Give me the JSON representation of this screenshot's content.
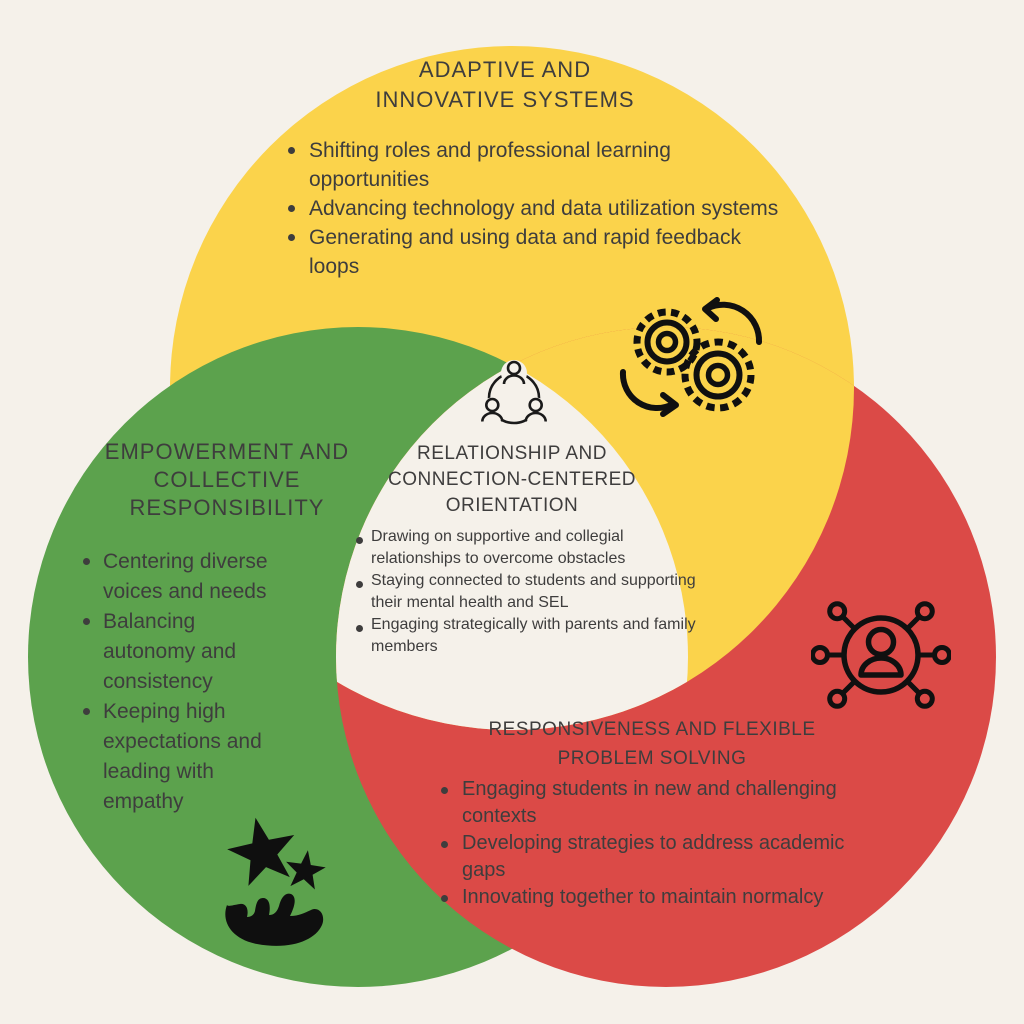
{
  "diagram": {
    "type": "venn-3-circle",
    "background": "#F5F1EA",
    "colors": {
      "yellow_circle": "#FBD34B",
      "green_circle": "#5CA24D",
      "red_circle": "#DB4A47",
      "center_area": "#F5F1EA",
      "text": "#3E3D3D",
      "icon": "#101010"
    }
  },
  "sections": {
    "adaptive": {
      "title_lines": [
        "ADAPTIVE AND",
        "INNOVATIVE SYSTEMS"
      ],
      "bullets": [
        "Shifting roles and professional learning opportunities",
        "Advancing technology and data utilization systems",
        "Generating and using data and rapid feedback loops"
      ],
      "icon": "gears-sync-icon"
    },
    "empowerment": {
      "title_lines": [
        "EMPOWERMENT AND",
        "COLLECTIVE",
        "RESPONSIBILITY"
      ],
      "bullets": [
        "Centering diverse voices and needs",
        "Balancing autonomy and consistency",
        "Keeping high expectations and leading with empathy"
      ],
      "icon": "hand-with-stars-icon"
    },
    "responsiveness": {
      "title_lines": [
        "RESPONSIVENESS AND FLEXIBLE",
        "PROBLEM SOLVING"
      ],
      "bullets": [
        "Engaging students in new and challenging contexts",
        "Developing strategies to address academic gaps",
        "Innovating together to maintain normalcy"
      ],
      "icon": "person-network-icon"
    },
    "relationship": {
      "title_lines": [
        "RELATIONSHIP AND",
        "CONNECTION-CENTERED",
        "ORIENTATION"
      ],
      "bullets": [
        "Drawing on supportive and collegial relationships to overcome obstacles",
        "Staying connected to students and supporting their mental health and SEL",
        "Engaging strategically with parents and family members"
      ],
      "icon": "team-circle-icon"
    }
  }
}
